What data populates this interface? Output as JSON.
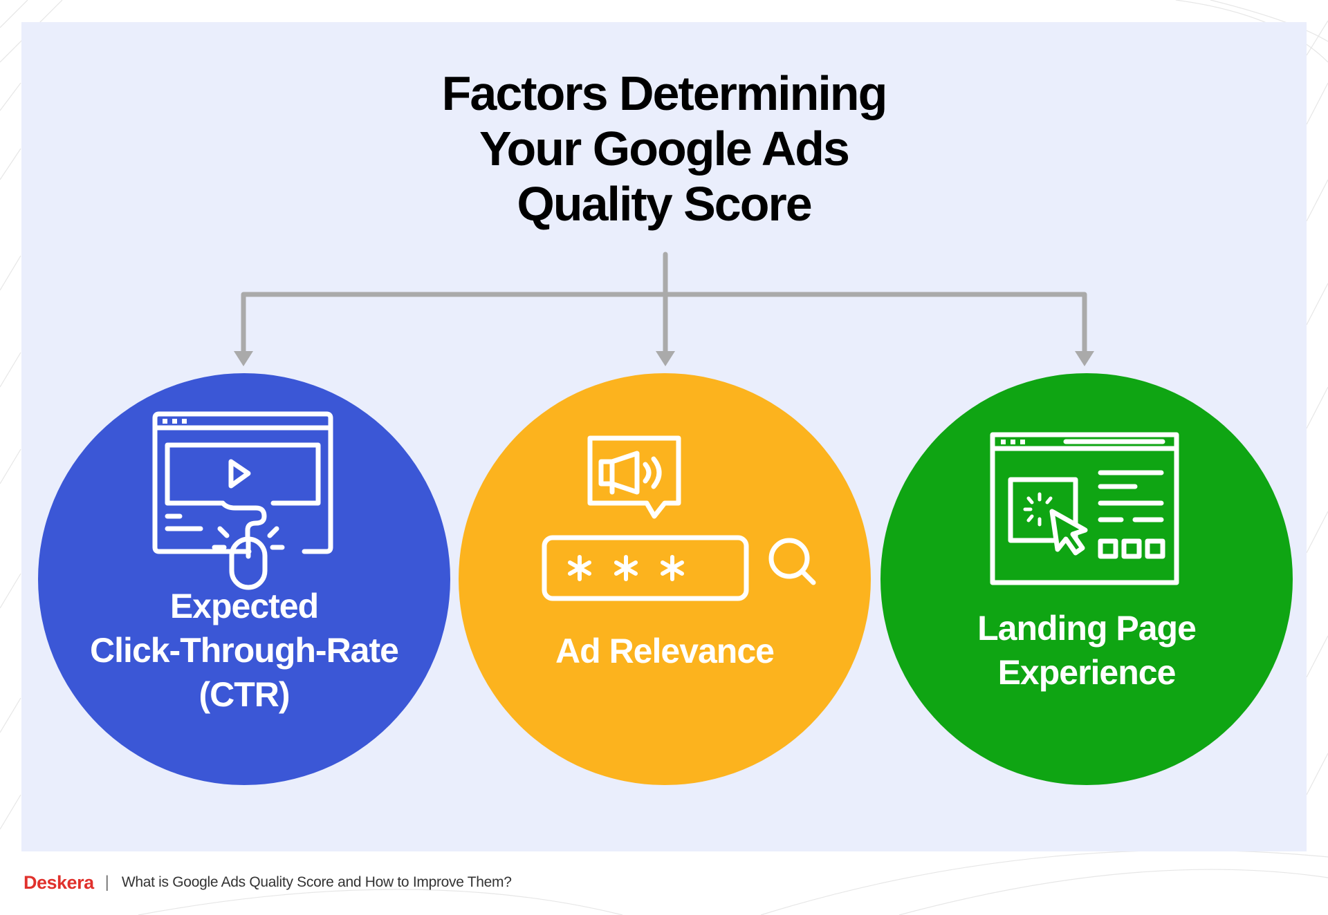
{
  "title": {
    "line1": "Factors Determining",
    "line2": "Your Google Ads",
    "line3": "Quality Score"
  },
  "factors": [
    {
      "label_line1": "Expected",
      "label_line2": "Click-Through-Rate",
      "label_line3": "(CTR)",
      "color": "#3b57d6",
      "icon": "browser-mouse-click-icon"
    },
    {
      "label_line1": "Ad Relevance",
      "color": "#fcb31e",
      "icon": "megaphone-search-icon"
    },
    {
      "label_line1": "Landing Page",
      "label_line2": "Experience",
      "color": "#0fa513",
      "icon": "webpage-cursor-icon"
    }
  ],
  "colors": {
    "panel": "#eaeefc",
    "connector": "#aaaaaa",
    "brand": "#e0312c"
  },
  "footer": {
    "brand": "Deskera",
    "separator": "|",
    "text": "What is Google Ads Quality Score and How to Improve Them?"
  }
}
